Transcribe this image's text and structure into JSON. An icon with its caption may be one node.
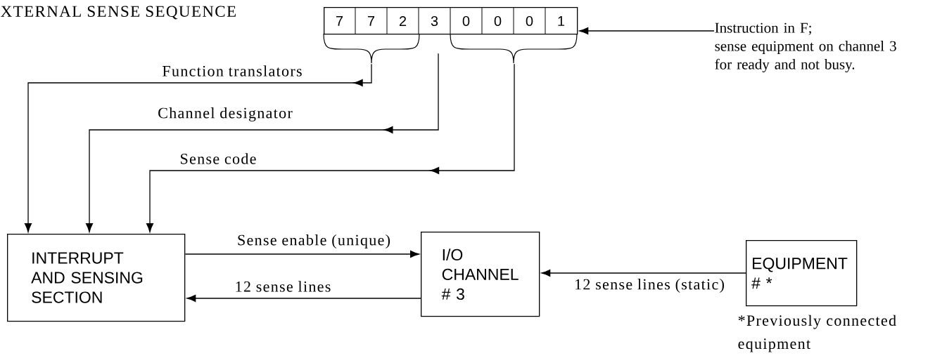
{
  "diagram": {
    "title": "XTERNAL SENSE SEQUENCE",
    "nodes": [
      {
        "text": [
          "7",
          "7",
          "2",
          "3",
          "0",
          "0",
          "0",
          "1"
        ]
      },
      {
        "text": [
          "Instruction in F;",
          "sense equipment on channel 3 for ready and not busy."
        ]
      },
      {
        "text": [
          "INTERRUPT AND SENSING SECTION"
        ]
      },
      {
        "text": [
          "I/O CHANNEL # 3"
        ]
      },
      {
        "text": [
          "EQUIPMENT # *"
        ],
        "beside": [
          "*Previously connected equipment"
        ]
      }
    ],
    "edges": [
      {
        "from": 0,
        "to": 2,
        "arrow": "to",
        "label": "Function translators"
      },
      {
        "from": 0,
        "to": 2,
        "arrow": "to",
        "label": "Channel designator"
      },
      {
        "from": 0,
        "to": 2,
        "arrow": "to",
        "label": "Sense code"
      },
      {
        "from": 1,
        "to": 0,
        "arrow": "to"
      },
      {
        "from": 2,
        "to": 3,
        "arrow": "to",
        "label": "Sense enable (unique)"
      },
      {
        "from": 3,
        "to": 2,
        "arrow": "to",
        "label": "12 sense lines"
      },
      {
        "from": 4,
        "to": 3,
        "arrow": "to",
        "label": "12 sense lines (static)"
      }
    ]
  }
}
